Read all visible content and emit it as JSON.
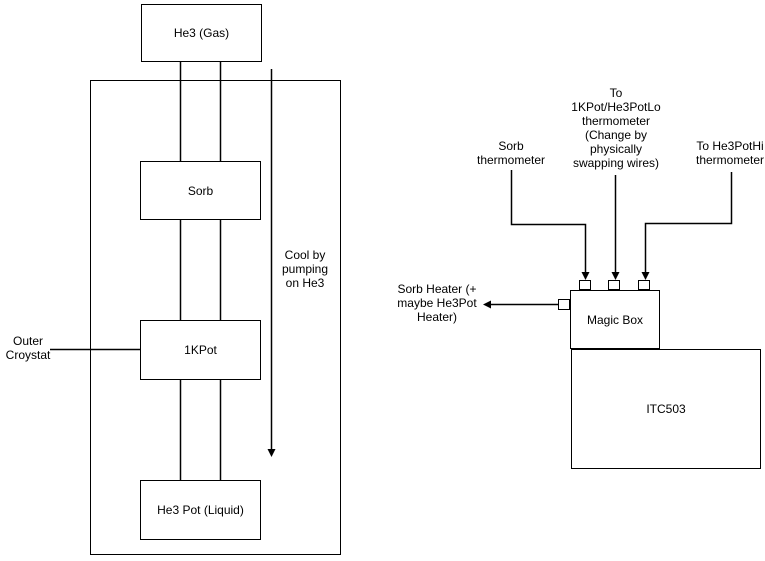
{
  "colors": {
    "line": "#000000",
    "text": "#000000",
    "background": "#ffffff"
  },
  "cryostat": {
    "he3_gas_label": "He3 (Gas)",
    "sorb_label": "Sorb",
    "onekpot_label": "1KPot",
    "he3_pot_label": "He3 Pot (Liquid)",
    "outer_croystat_label": "Outer\nCroystat",
    "cool_note": "Cool by\npumping\non He3"
  },
  "controller": {
    "sorb_thermometer_label": "Sorb\nthermometer",
    "lo_thermometer_label": "To\n1KPot/He3PotLo\nthermometer\n(Change by\nphysically\nswapping wires)",
    "hi_thermometer_label": "To He3PotHi\nthermometer",
    "sorb_heater_label": "Sorb Heater (+\nmaybe He3Pot\nHeater)",
    "magic_box_label": "Magic Box",
    "itc503_label": "ITC503"
  }
}
